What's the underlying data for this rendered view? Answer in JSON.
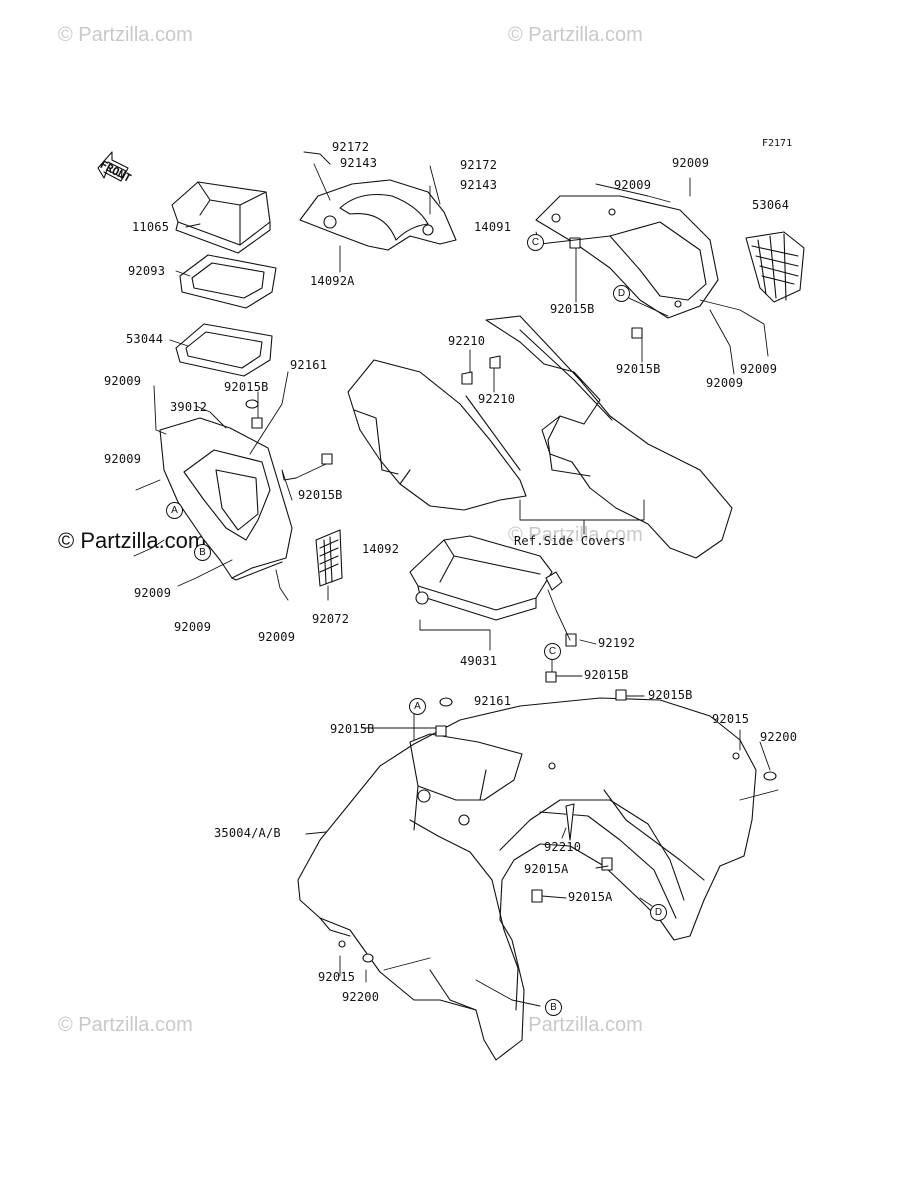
{
  "watermarks": {
    "top_left": "© Partzilla.com",
    "top_right": "© Partzilla.com",
    "mid_left": "© Partzilla.com",
    "mid_center": "© Partzilla.com",
    "bottom_left": "© Partzilla.com",
    "bottom_center": "© Partzilla.com"
  },
  "figure_code": "F2171",
  "front_marker": "FRONT",
  "callouts": {
    "a": "A",
    "b": "B",
    "c": "C",
    "d": "D"
  },
  "labels": {
    "p11065": "11065",
    "p92093": "92093",
    "p53044": "53044",
    "p92009_a": "92009",
    "p39012": "39012",
    "p92015B_a": "92015B",
    "p92161_a": "92161",
    "p92009_b": "92009",
    "p92009_c": "92009",
    "p92009_d": "92009",
    "p92009_e": "92009",
    "p92072": "92072",
    "p92015B_b": "92015B",
    "p92172_a": "92172",
    "p92143_a": "92143",
    "p92172_b": "92172",
    "p92143_b": "92143",
    "p14092A": "14092A",
    "p92210_a": "92210",
    "p92210_b": "92210",
    "p92009_f": "92009",
    "p92009_g": "92009",
    "p14091": "14091",
    "p53064": "53064",
    "p92015B_c": "92015B",
    "p92015B_d": "92015B",
    "p92009_h": "92009",
    "p92009_i": "92009",
    "ref_side_covers": "Ref.Side Covers",
    "p14092": "14092",
    "p49031": "49031",
    "p92192": "92192",
    "p92015B_e": "92015B",
    "p92161_b": "92161",
    "p92015B_f": "92015B",
    "p92015B_g": "92015B",
    "p92015_a": "92015",
    "p92200_a": "92200",
    "p35004": "35004/A/B",
    "p92210_c": "92210",
    "p92015A_a": "92015A",
    "p92015A_b": "92015A",
    "p92015_b": "92015",
    "p92200_b": "92200"
  }
}
